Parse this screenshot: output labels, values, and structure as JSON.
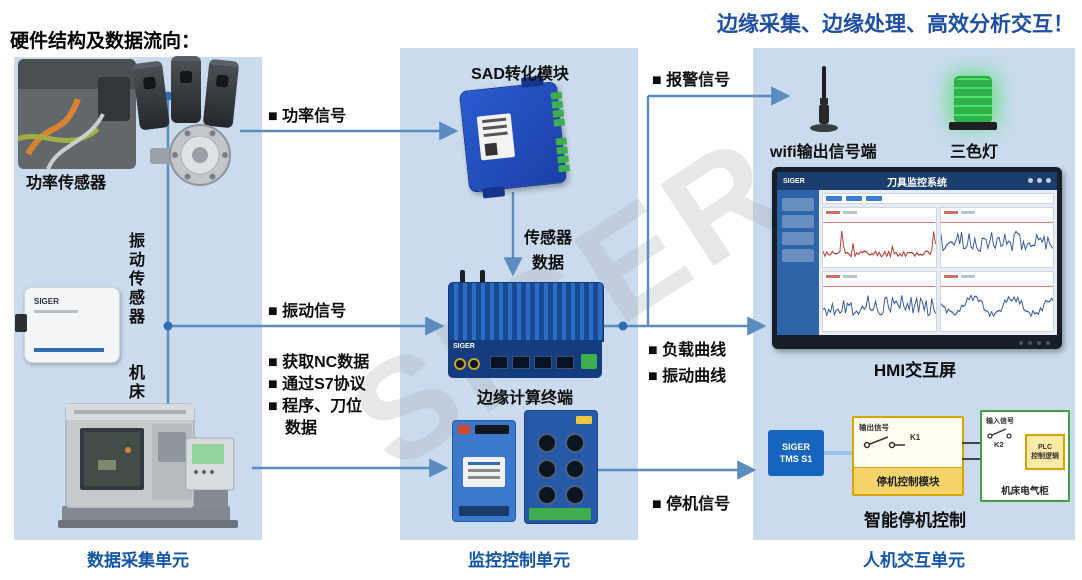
{
  "header": {
    "left_title": "硬件结构及数据流向：",
    "right_title": "边缘采集、边缘处理、高效分析交互！"
  },
  "watermark": "SIGER",
  "units": {
    "acquisition": "数据采集单元",
    "monitoring": "监控控制单元",
    "interaction": "人机交互单元"
  },
  "devices": {
    "power_sensor": "功率传感器",
    "vibration_sensor": "振动传感器",
    "vibration_brand": "SIGER",
    "machine": "机床",
    "sad_module": "SAD转化模块",
    "edge_terminal": "边缘计算终端",
    "edge_brand": "SIGER",
    "wifi": "wifi输出信号端",
    "tricolor_light": "三色灯",
    "hmi": "HMI交互屏",
    "shutdown": "智能停机控制"
  },
  "hmi_screen": {
    "brand": "SIGER",
    "title": "刀具监控系统"
  },
  "shutdown_diagram": {
    "controller_line1": "SIGER",
    "controller_line2": "TMS S1",
    "output_signal": "输出信号",
    "k1": "K1",
    "module_label": "停机控制模块",
    "input_signal": "输入信号",
    "k2": "K2",
    "plc_line1": "PLC",
    "plc_line2": "控制逻辑",
    "cabinet_label": "机床电气柜"
  },
  "flows": {
    "power": "■ 功率信号",
    "alarm": "■ 报警信号",
    "vibration": "■ 振动信号",
    "nc": [
      "■ 获取NC数据",
      "■ 通过S7协议",
      "■ 程序、刀位",
      "数据"
    ],
    "sensor_data": [
      "传感器",
      "数据"
    ],
    "curves": [
      "■ 负载曲线",
      "■ 振动曲线"
    ],
    "stop": "■ 停机信号"
  }
}
